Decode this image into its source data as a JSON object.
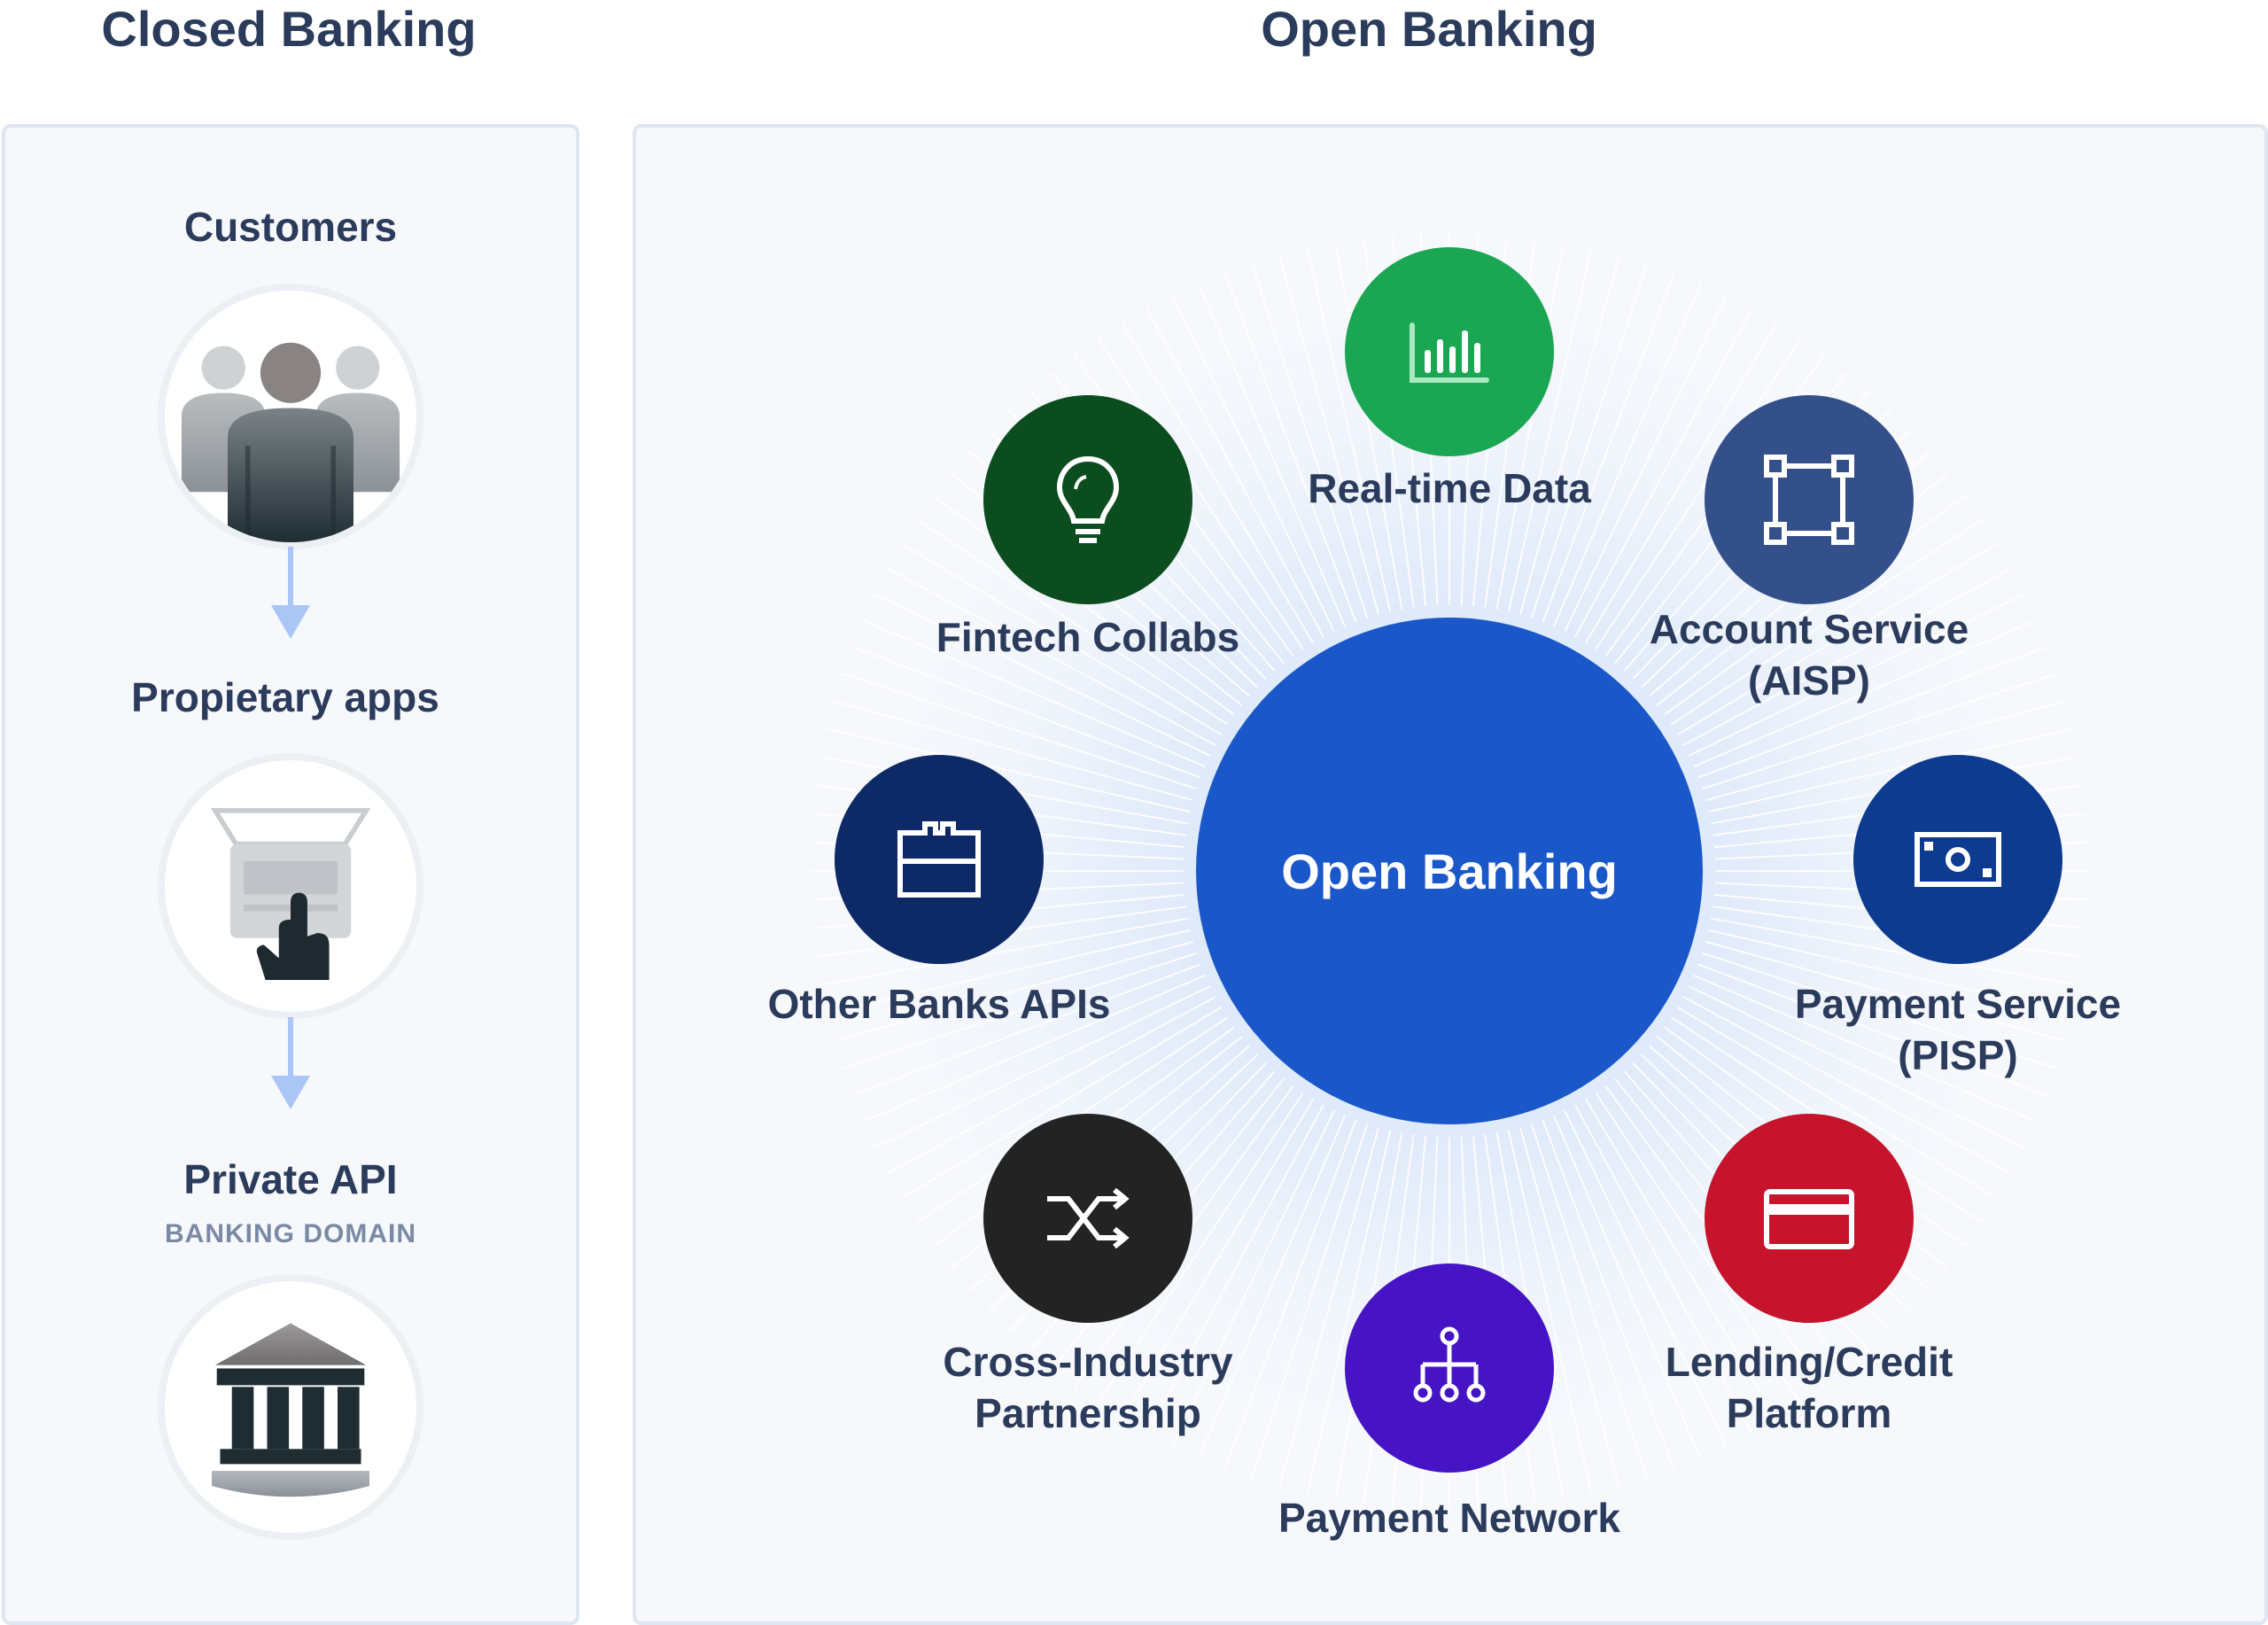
{
  "closed_banking": {
    "heading": "Closed Banking",
    "steps": [
      {
        "label": "Customers",
        "icon": "customers-icon"
      },
      {
        "label": "Propietary apps",
        "icon": "laptop-touch-icon"
      },
      {
        "label": "Private API",
        "sublabel": "BANKING DOMAIN",
        "icon": "bank-building-icon"
      }
    ]
  },
  "open_banking": {
    "heading": "Open Banking",
    "hub_label": "Open Banking",
    "nodes": [
      {
        "label": "Real-time Data",
        "color": "#1ba653",
        "icon": "bar-chart-icon"
      },
      {
        "label": "Account Service\n(AISP)",
        "color": "#34508a",
        "icon": "square-nodes-icon"
      },
      {
        "label": "Payment Service\n(PISP)",
        "color": "#0d3b8f",
        "icon": "cash-icon"
      },
      {
        "label": "Lending/Credit\nPlatform",
        "color": "#c5142c",
        "icon": "credit-card-icon"
      },
      {
        "label": "Payment Network",
        "color": "#4614c4",
        "icon": "network-tree-icon"
      },
      {
        "label": "Cross-Industry\nPartnership",
        "color": "#232323",
        "icon": "shuffle-icon"
      },
      {
        "label": "Other Banks APIs",
        "color": "#0d2a66",
        "icon": "bank-block-icon"
      },
      {
        "label": "Fintech Collabs",
        "color": "#0b4d1f",
        "icon": "lightbulb-icon"
      }
    ]
  },
  "colors": {
    "hub": "#1a57c9",
    "arrow": "#a9c6f5",
    "panel_bg": "#f6f8fc",
    "panel_border": "#dfe6f1",
    "text": "#2b3b5c"
  }
}
